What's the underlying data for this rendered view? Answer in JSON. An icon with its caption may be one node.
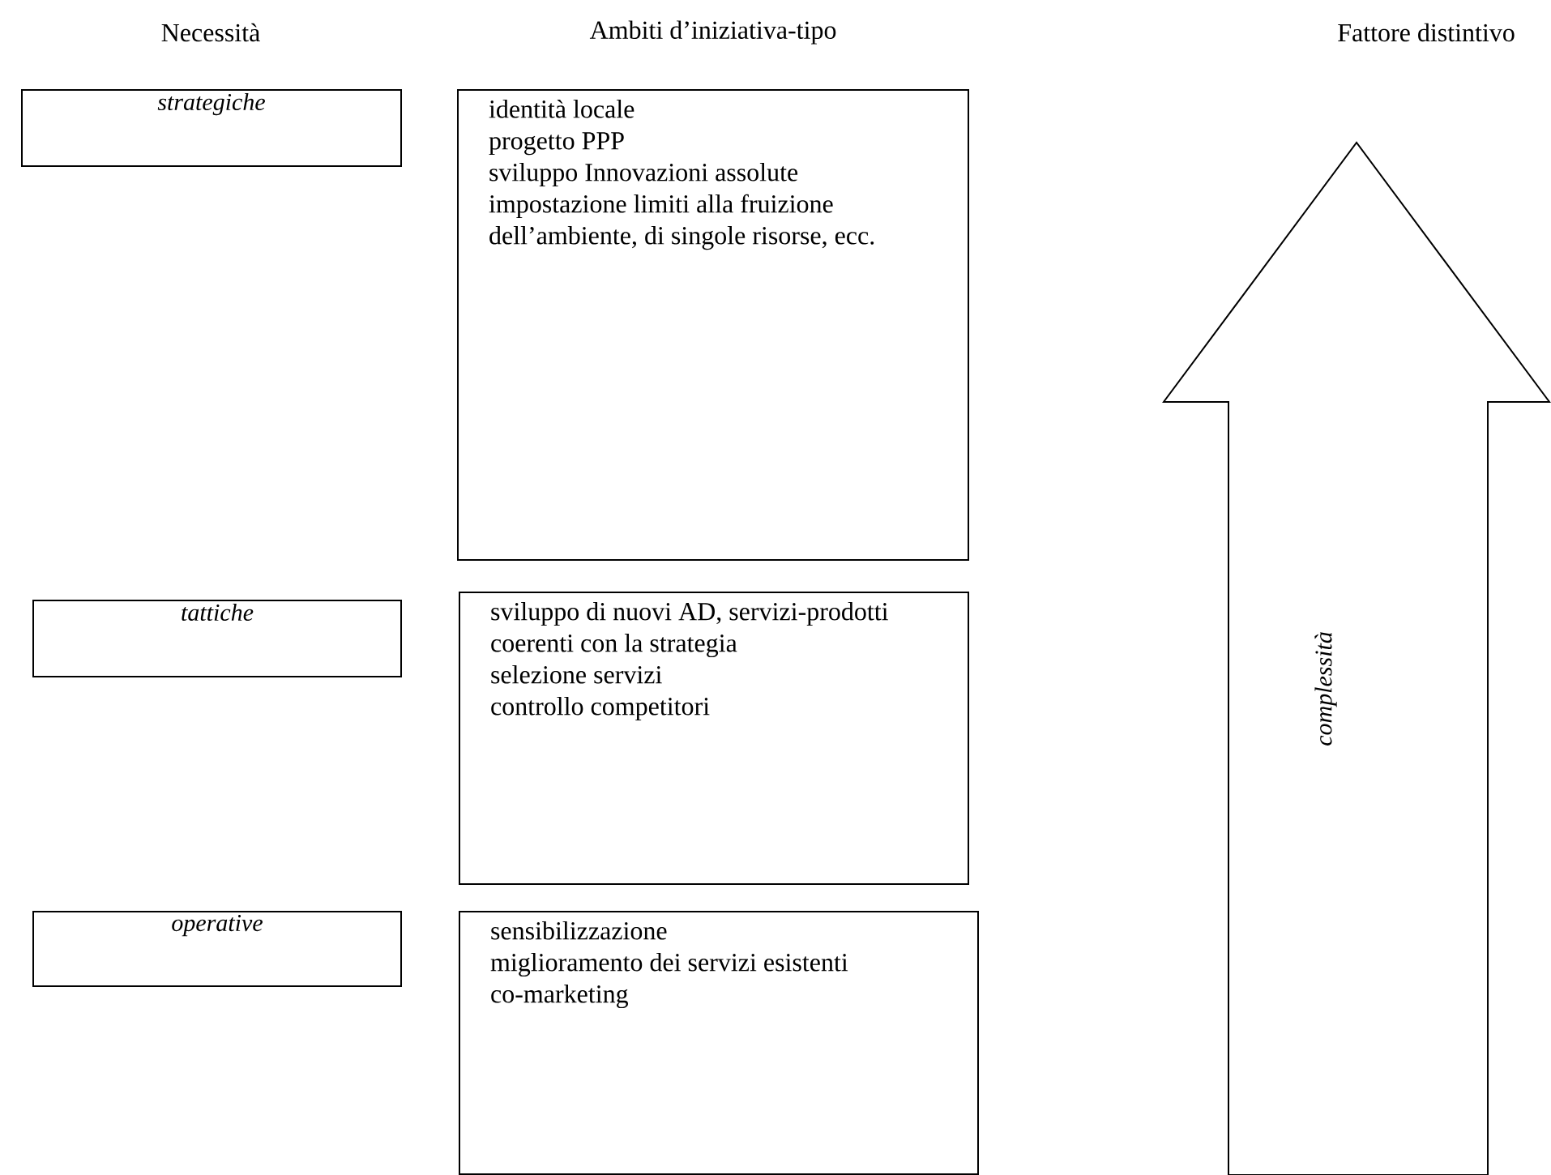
{
  "diagram": {
    "nodes": [
      {
        "text": [
          "strategiche"
        ]
      },
      {
        "text": [
          "identità locale",
          "progetto PPP",
          "sviluppo Innovazioni assolute",
          "impostazione limiti alla fruizione dell’ambiente, di singole risorse, ecc."
        ]
      },
      {
        "text": [
          "tattiche"
        ]
      },
      {
        "text": [
          "sviluppo di nuovi AD, servizi-prodotti coerenti con la strategia",
          "selezione servizi",
          "controllo competitori"
        ]
      },
      {
        "text": [
          "operative"
        ]
      },
      {
        "text": [
          "sensibilizzazione",
          "miglioramento dei servizi esistenti",
          "co-marketing"
        ]
      },
      {
        "text": [
          "complessità"
        ]
      }
    ],
    "labels": [
      "Necessità",
      "Ambiti d’iniziativa-tipo",
      "Fattore distintivo"
    ]
  }
}
